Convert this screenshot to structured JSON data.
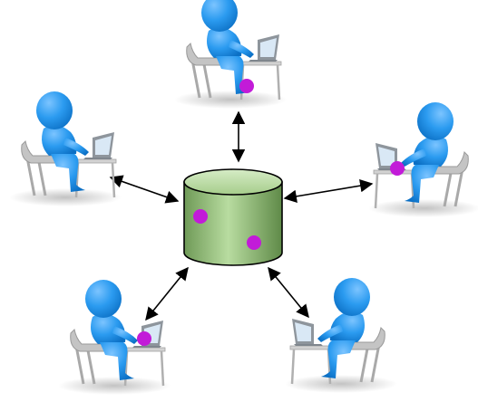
{
  "diagram": {
    "central_node": {
      "type": "database",
      "fill": "#a8d08d",
      "stroke": "#000000"
    },
    "person_figure": {
      "body_color": "#1e90e8",
      "highlight_color": "#7cc4ff",
      "chair_color": "#b8b8b8"
    },
    "laptop": {
      "body_color": "#8e959c",
      "screen_color": "#d9e8f5"
    },
    "marker_color": "#c21bd8",
    "arrow_color": "#000000",
    "nodes": [
      {
        "id": "top",
        "facing": "right",
        "has_marker": true
      },
      {
        "id": "left",
        "facing": "right",
        "has_marker": false
      },
      {
        "id": "right",
        "facing": "left",
        "has_marker": true
      },
      {
        "id": "bottom-left",
        "facing": "right",
        "has_marker": true
      },
      {
        "id": "bottom-right",
        "facing": "left",
        "has_marker": false
      }
    ],
    "database_markers": 2
  }
}
